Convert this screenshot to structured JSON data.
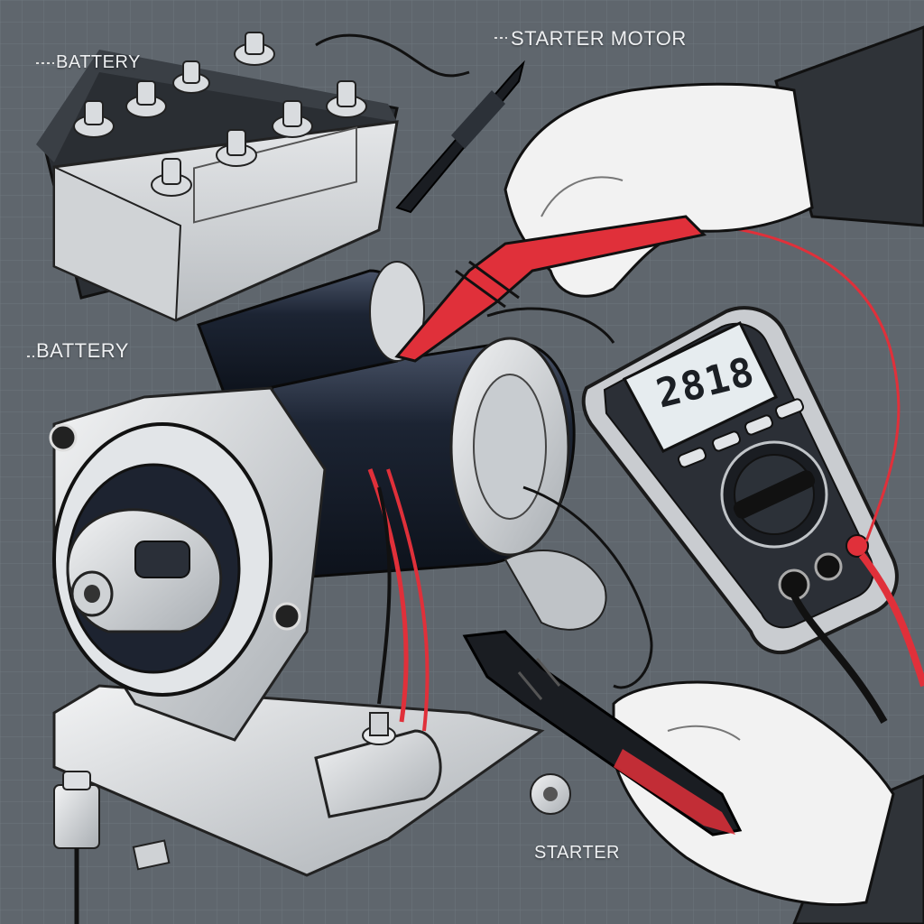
{
  "labels": {
    "battery_top": "BATTERY",
    "starter_motor": "STARTER MOTOR",
    "battery_mid": "BATTERY",
    "starter": "STARTER"
  },
  "multimeter": {
    "display_reading": "2818"
  },
  "colors": {
    "background": "#5f666d",
    "grid_line": "#7a828a",
    "probe_red": "#e0303a",
    "motor_body": "#1c2433",
    "metal_silver": "#d8dbde",
    "meter_body": "#c9ccd0",
    "lcd_screen": "#e6ecef"
  },
  "icons": [
    "battery-icon",
    "starter-motor-icon",
    "multimeter-icon",
    "test-probe-icon",
    "hand-icon"
  ]
}
